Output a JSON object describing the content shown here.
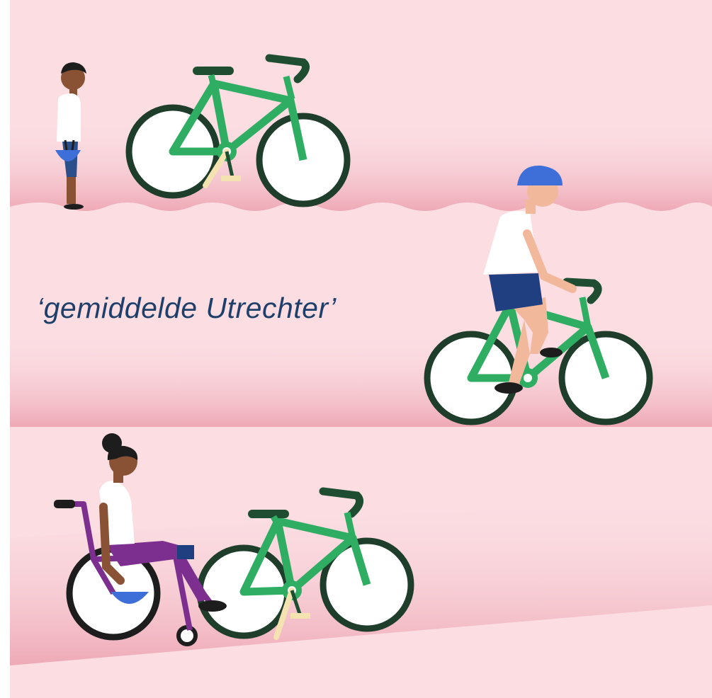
{
  "caption": "‘gemiddelde Utrechter’",
  "colors": {
    "background": "#fbdde2",
    "ground": "#f2b8c3",
    "bike_frame": "#2fae63",
    "bike_dark": "#1e4d32",
    "tire": "#1f3d2b",
    "helmet": "#3e6fd8",
    "wheelchair": "#7d2f8f",
    "caption": "#1f3f6b"
  },
  "scene": {
    "panels": [
      {
        "figure": "child-with-helmet-in-hand",
        "object": "bicycle"
      },
      {
        "figure": "cyclist-with-helmet",
        "object": "bicycle"
      },
      {
        "figure": "wheelchair-user",
        "object": "bicycle"
      }
    ]
  }
}
